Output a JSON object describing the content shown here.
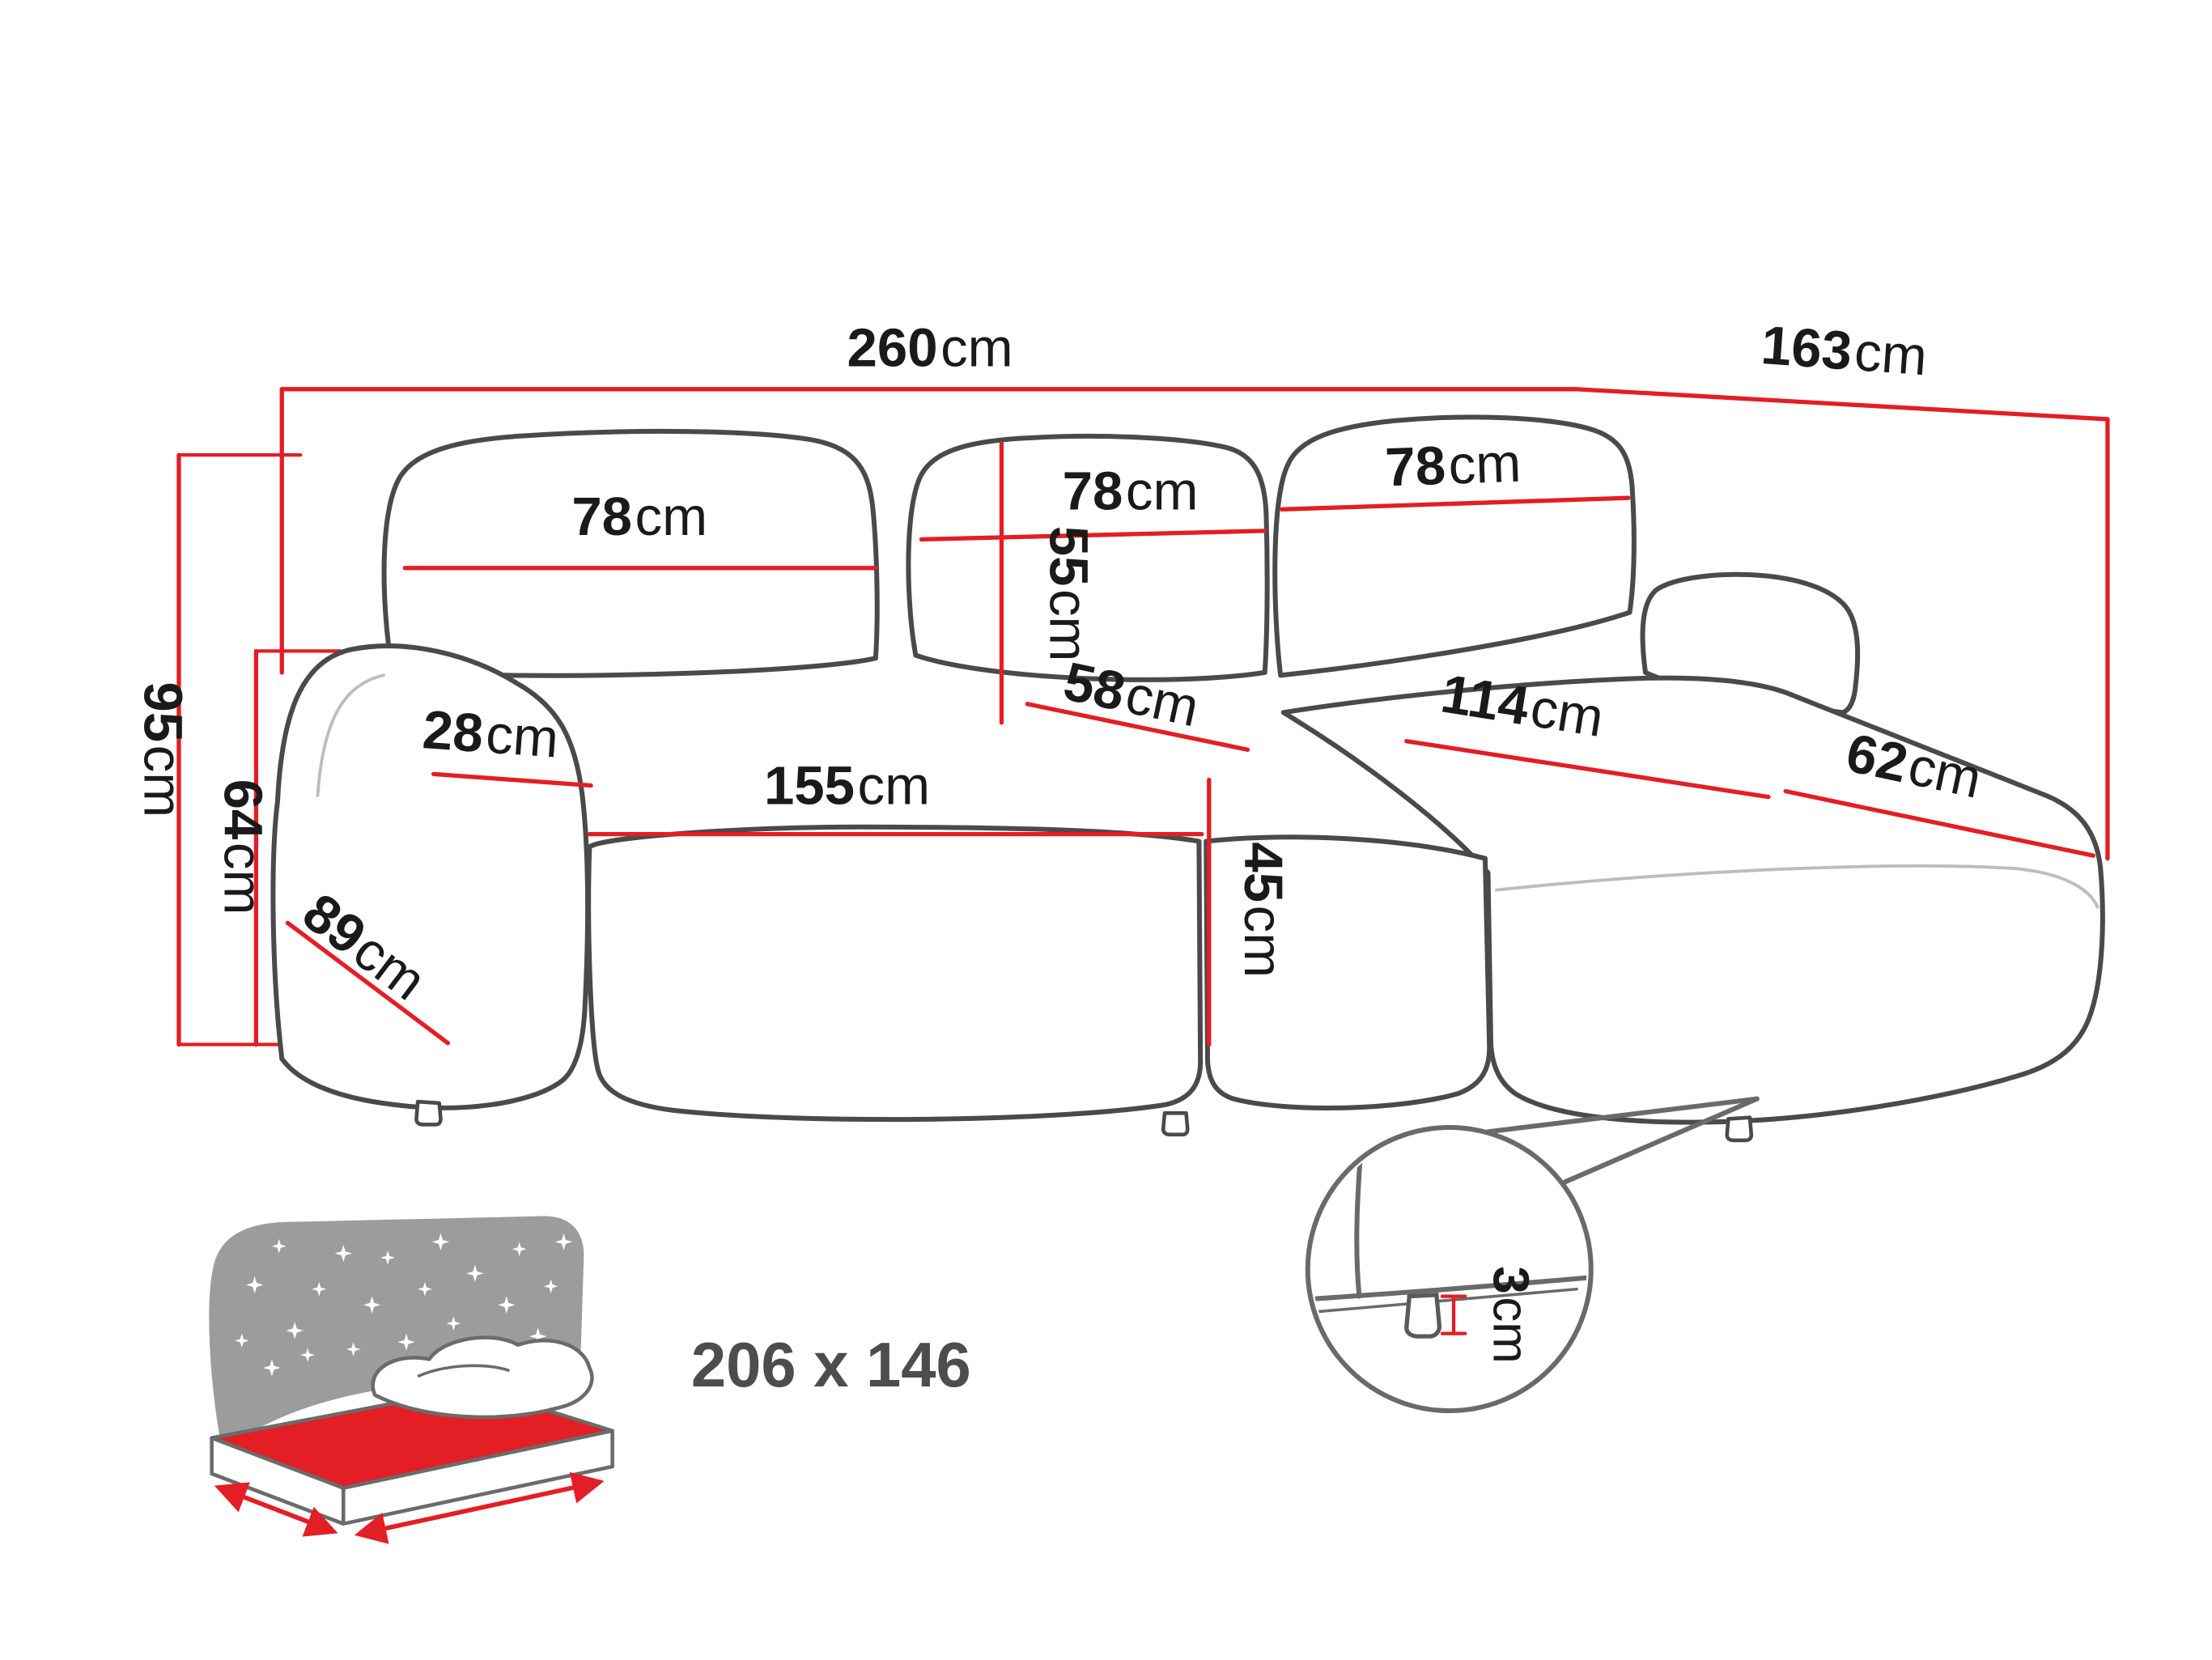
{
  "diagram": {
    "subject": "Corner sofa with chaise — dimension drawing",
    "unit": "cm",
    "colors": {
      "dimension_red": "#e31e24",
      "outline_gray": "#4a4a4a",
      "label_black": "#1a1a1a"
    },
    "dims": {
      "total_width": {
        "value": "260",
        "unit": "cm"
      },
      "total_depth": {
        "value": "163",
        "unit": "cm"
      },
      "total_height": {
        "value": "95",
        "unit": "cm"
      },
      "armrest_height": {
        "value": "64",
        "unit": "cm"
      },
      "side_depth": {
        "value": "89",
        "unit": "cm"
      },
      "armrest_width": {
        "value": "28",
        "unit": "cm"
      },
      "seat_width": {
        "value": "155",
        "unit": "cm"
      },
      "backrest_left": {
        "value": "78",
        "unit": "cm"
      },
      "backrest_middle": {
        "value": "78",
        "unit": "cm"
      },
      "backrest_right": {
        "value": "78",
        "unit": "cm"
      },
      "backrest_height": {
        "value": "55",
        "unit": "cm"
      },
      "seat_depth": {
        "value": "58",
        "unit": "cm"
      },
      "seat_height": {
        "value": "45",
        "unit": "cm"
      },
      "chaise_length": {
        "value": "114",
        "unit": "cm"
      },
      "chaise_width": {
        "value": "62",
        "unit": "cm"
      },
      "leg_height": {
        "value": "3",
        "unit": "cm"
      }
    },
    "sleeping_function": {
      "bed_size": "206 x 146"
    }
  }
}
